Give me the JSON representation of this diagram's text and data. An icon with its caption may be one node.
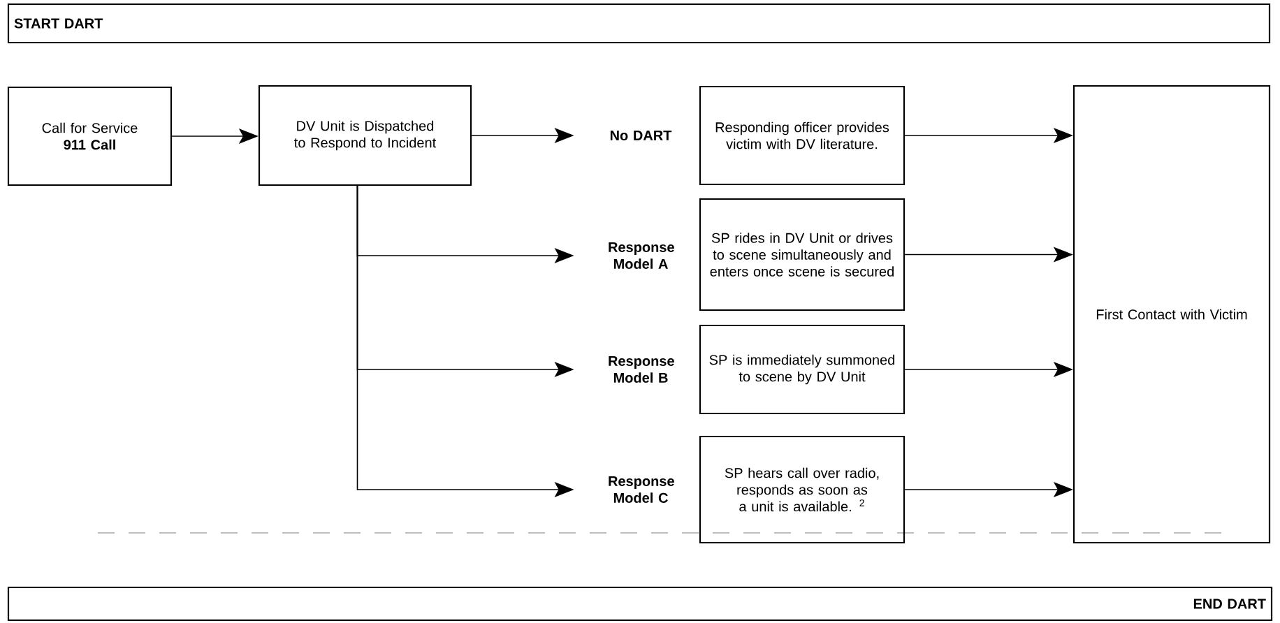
{
  "diagram": {
    "nodes": [
      {
        "text": [
          "START DART"
        ]
      },
      {
        "text": [
          "Call for Service",
          "911 Call"
        ]
      },
      {
        "text": [
          "DV Unit is Dispatched to Respond to Incident"
        ]
      },
      {
        "text": [
          "No DART"
        ]
      },
      {
        "text": [
          "Response Model A"
        ]
      },
      {
        "text": [
          "Response Model B"
        ]
      },
      {
        "text": [
          "Response Model C"
        ]
      },
      {
        "text": [
          "Responding officer provides victim with DV literature."
        ]
      },
      {
        "text": [
          "SP rides in DV Unit or drives to scene simultaneously and enters once scene is secured"
        ]
      },
      {
        "text": [
          "SP is immediately summoned to scene by DV Unit"
        ]
      },
      {
        "text": [
          "SP hears call over radio, responds as soon as a unit is available. $^{2}$"
        ]
      },
      {
        "text": [
          "First Contact with Victim"
        ]
      },
      {
        "text": [
          "END DART"
        ]
      }
    ],
    "edges": [
      {
        "from": 1,
        "to": 2,
        "arrow": "to"
      },
      {
        "from": 2,
        "to": 3,
        "arrow": "to"
      },
      {
        "from": 2,
        "to": 4,
        "arrow": "to"
      },
      {
        "from": 2,
        "to": 5,
        "arrow": "to"
      },
      {
        "from": 2,
        "to": 6,
        "arrow": "to"
      },
      {
        "from": 7,
        "to": 11,
        "arrow": "to"
      },
      {
        "from": 8,
        "to": 11,
        "arrow": "to"
      },
      {
        "from": 9,
        "to": 11,
        "arrow": "to"
      },
      {
        "from": 10,
        "to": 11,
        "arrow": "to"
      }
    ]
  }
}
